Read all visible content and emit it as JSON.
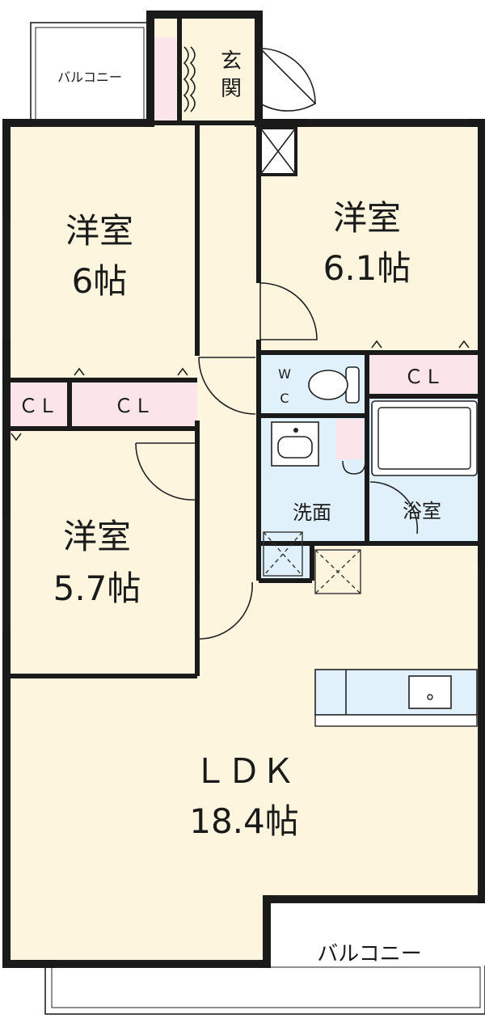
{
  "rooms": {
    "bedroom_west_top": {
      "name": "洋室",
      "size": "6帖"
    },
    "bedroom_east": {
      "name": "洋室",
      "size": "6.1帖"
    },
    "bedroom_west_mid": {
      "name": "洋室",
      "size": "5.7帖"
    },
    "ldk": {
      "name": "ＬＤＫ",
      "size": "18.4帖"
    },
    "entrance": {
      "line1": "玄",
      "line2": "関"
    },
    "washroom": {
      "name": "洗面"
    },
    "bathroom": {
      "name": "浴室"
    },
    "toilet": {
      "line1": "W",
      "line2": "C"
    }
  },
  "closets": {
    "cl_east": "ＣＬ",
    "cl_west_small": "ＣＬ",
    "cl_west_large": "ＣＬ"
  },
  "balconies": {
    "top": "バルコニー",
    "bottom": "バルコニー"
  },
  "colors": {
    "room_fill": "#fdf5de",
    "wet_fill": "#e0f1fb",
    "closet_fill": "#fbe4ea",
    "wall": "#1a1a1a",
    "balcony_fill": "#ffffff"
  }
}
